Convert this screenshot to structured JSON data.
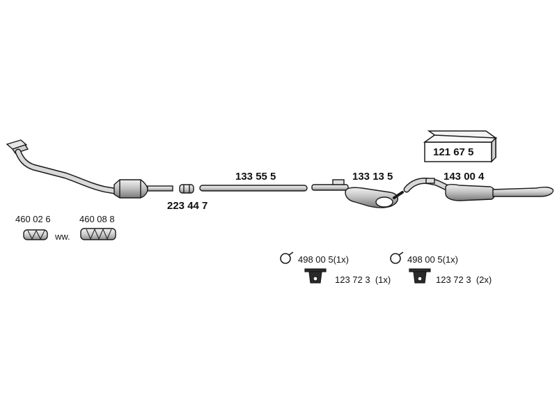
{
  "parts": {
    "kit_box": "121 67 5",
    "front_pipe_gasket": "223 44 7",
    "intermediate_pipe": "133 55 5",
    "middle_silencer": "133 13 5",
    "rear_silencer": "143 00 4",
    "flex_pipe_a": "460 02 6",
    "flex_pipe_b": "460 08 8",
    "alternative_note": "ww."
  },
  "mounting": {
    "ring_left": "498 00 5(1x)",
    "ring_right": "498 00 5(1x)",
    "hanger_left": "123 72 3  (1x)",
    "hanger_right": "123 72 3  (2x)"
  },
  "colors": {
    "line": "#1a1a1a",
    "fill_light": "#e6e6e6",
    "fill_mid": "#bdbdbd"
  }
}
